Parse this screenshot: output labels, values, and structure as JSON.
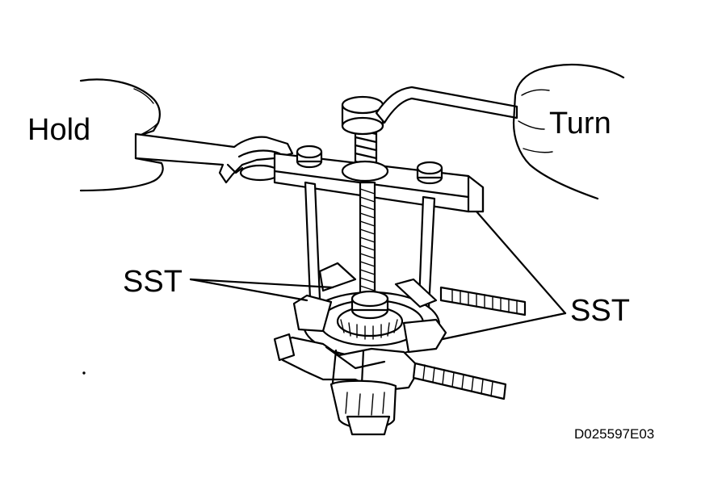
{
  "labels": {
    "hold": "Hold",
    "turn": "Turn",
    "sst_left": "SST",
    "sst_right": "SST",
    "figure_code": "D025597E03"
  },
  "colors": {
    "ink": "#000000",
    "background": "#ffffff"
  }
}
